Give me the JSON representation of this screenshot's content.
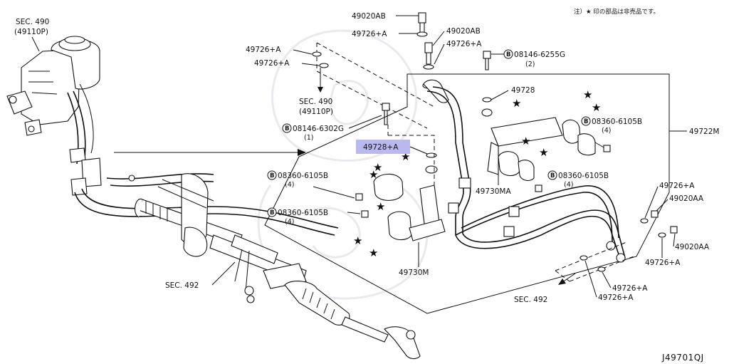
{
  "note_top_right": "注）★ 印の部品は非売品です。",
  "diagram_code": "J49701QJ",
  "highlight": {
    "label": "49728+A",
    "color": "#b9b9f0"
  },
  "labels": {
    "sec490_top": "SEC. 490",
    "sec490_top_sub": "(49110P)",
    "sec490_mid": "SEC. 490",
    "sec490_mid_sub": "(49110P)",
    "sec492_left": "SEC. 492",
    "sec492_right": "SEC. 492",
    "p49020AB_1": "49020AB",
    "p49726A_1": "49726+A",
    "p49020AB_2": "49020AB",
    "p49726A_2": "49726+A",
    "p49726A_3": "49726+A",
    "p49726A_4": "49726+A",
    "b08146_6255G": "08146-6255G",
    "b08146_6255G_qty": "(2)",
    "p49728": "49728",
    "b08146_6302G": "08146-6302G",
    "b08146_6302G_qty": "(1)",
    "b08360_6105B_r": "08360-6105B",
    "b08360_6105B_r_qty": "(4)",
    "p49722M": "49722M",
    "b08360_6105B_l1": "08360-6105B",
    "b08360_6105B_l1_qty": "(4)",
    "b08360_6105B_m": "08360-6105B",
    "b08360_6105B_m_qty": "(4)",
    "b08360_6105B_l2": "08360-6105B",
    "b08360_6105B_l2_qty": "(4)",
    "p49730MA": "49730MA",
    "p49730M": "49730M",
    "p49726A_5": "49726+A",
    "p49020AA_1": "49020AA",
    "p49020AA_2": "49020AA",
    "p49726A_6": "49726+A",
    "p49726A_7": "49726+A",
    "p49726A_8": "49726+A",
    "b_letter": "B"
  }
}
